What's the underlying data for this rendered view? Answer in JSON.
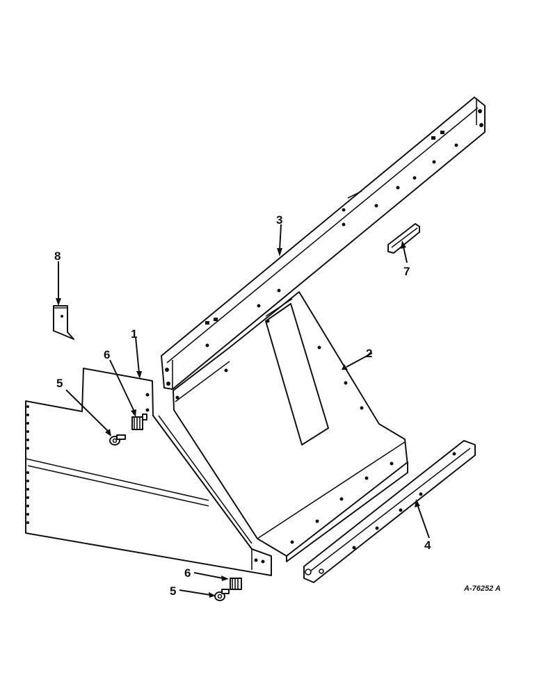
{
  "callouts": {
    "c1": "1",
    "c2": "2",
    "c3": "3",
    "c4": "4",
    "c5a": "5",
    "c5b": "5",
    "c6a": "6",
    "c6b": "6",
    "c7": "7",
    "c8": "8"
  },
  "drawing_number": "A-76252 A"
}
